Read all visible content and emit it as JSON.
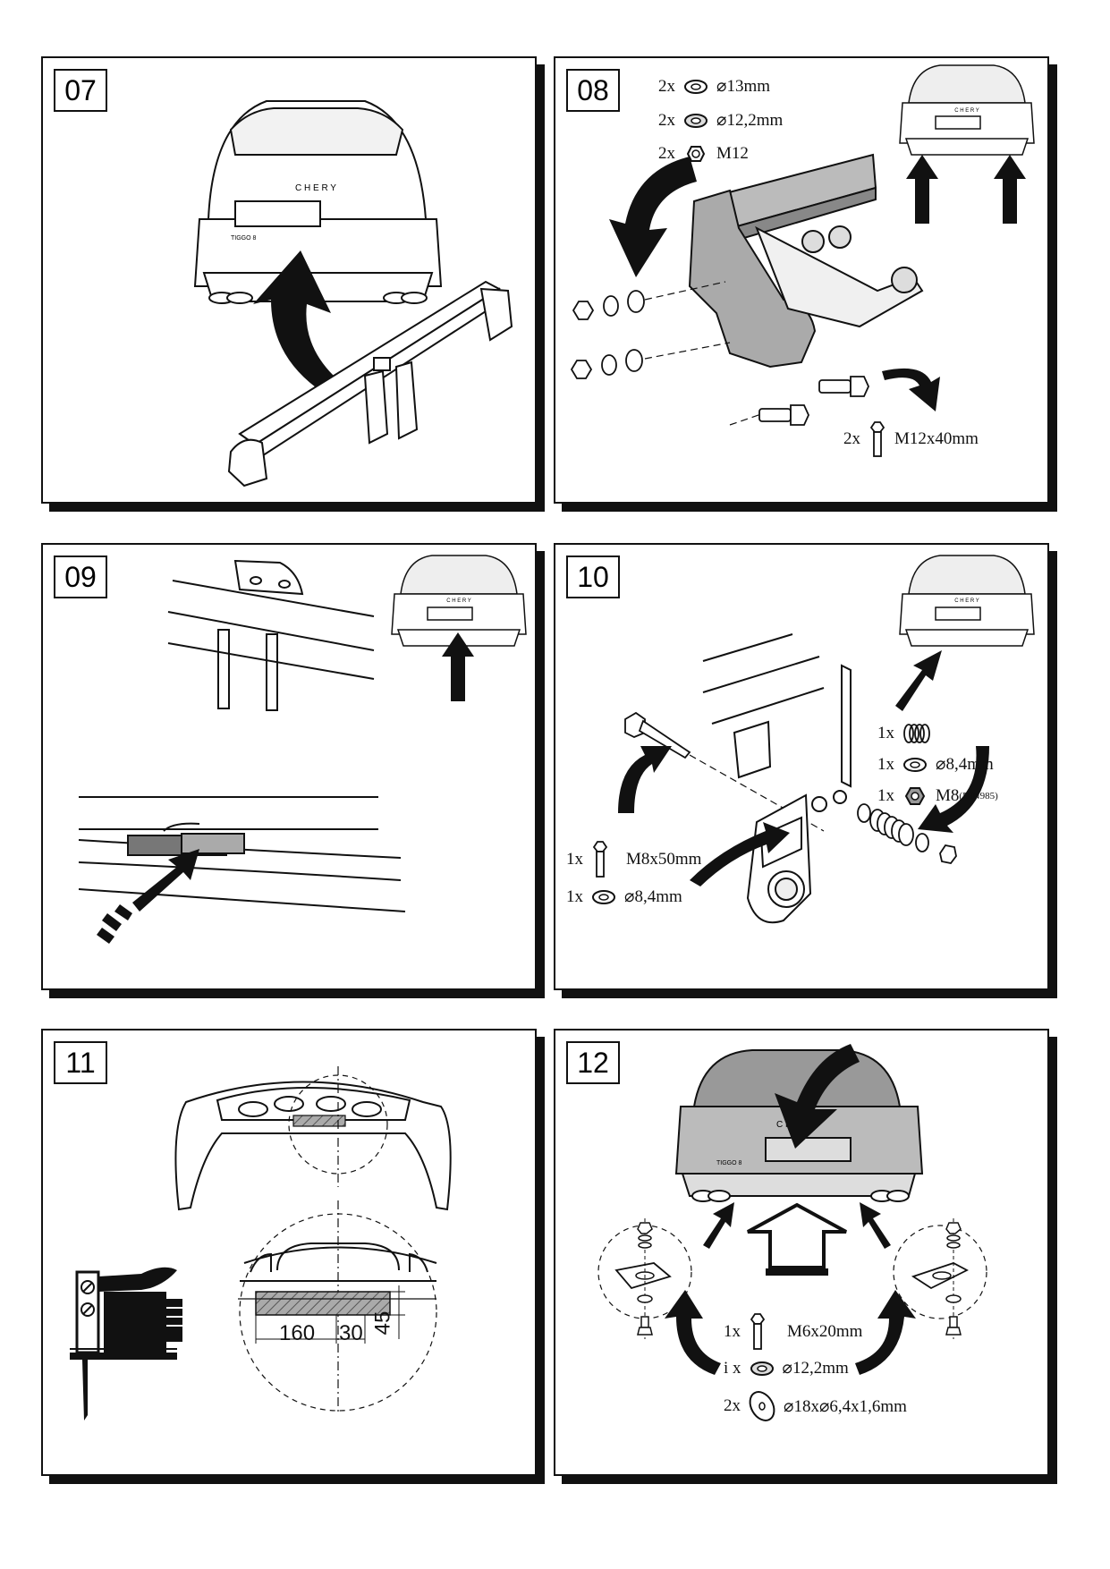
{
  "steps": [
    {
      "label": "07"
    },
    {
      "label": "08"
    },
    {
      "label": "09"
    },
    {
      "label": "10"
    },
    {
      "label": "11"
    },
    {
      "label": "12"
    }
  ],
  "car": {
    "brand": "C H E R Y",
    "model": "TIGGO 8"
  },
  "step08": {
    "parts": [
      {
        "qty": "2x",
        "icon": "flat-washer-icon",
        "spec": "⌀13mm"
      },
      {
        "qty": "2x",
        "icon": "spring-washer-icon",
        "spec": "⌀12,2mm"
      },
      {
        "qty": "2x",
        "icon": "hex-nut-icon",
        "spec": "M12"
      }
    ],
    "bolt": {
      "qty": "2x",
      "icon": "bolt-icon",
      "spec": "M12x40mm"
    }
  },
  "step10": {
    "parts_right": [
      {
        "qty": "1x",
        "icon": "spring-icon",
        "spec": ""
      },
      {
        "qty": "1x",
        "icon": "flat-washer-icon",
        "spec": "⌀8,4mm"
      },
      {
        "qty": "1x",
        "icon": "lock-nut-icon",
        "spec": "M8",
        "sub": "(DIN985)"
      }
    ],
    "parts_left": [
      {
        "qty": "1x",
        "icon": "bolt-icon",
        "spec": "M8x50mm"
      },
      {
        "qty": "1x",
        "icon": "flat-washer-icon",
        "spec": "⌀8,4mm"
      }
    ]
  },
  "step11": {
    "dim_width": "160",
    "dim_offset": "30",
    "dim_height": "45"
  },
  "step12": {
    "parts": [
      {
        "qty": "1x",
        "icon": "bolt-icon",
        "spec": "M6x20mm"
      },
      {
        "qty": "i x",
        "icon": "spring-washer-icon",
        "spec": "⌀12,2mm"
      },
      {
        "qty": "2x",
        "icon": "large-washer-icon",
        "spec": "⌀18x⌀6,4x1,6mm"
      }
    ]
  }
}
